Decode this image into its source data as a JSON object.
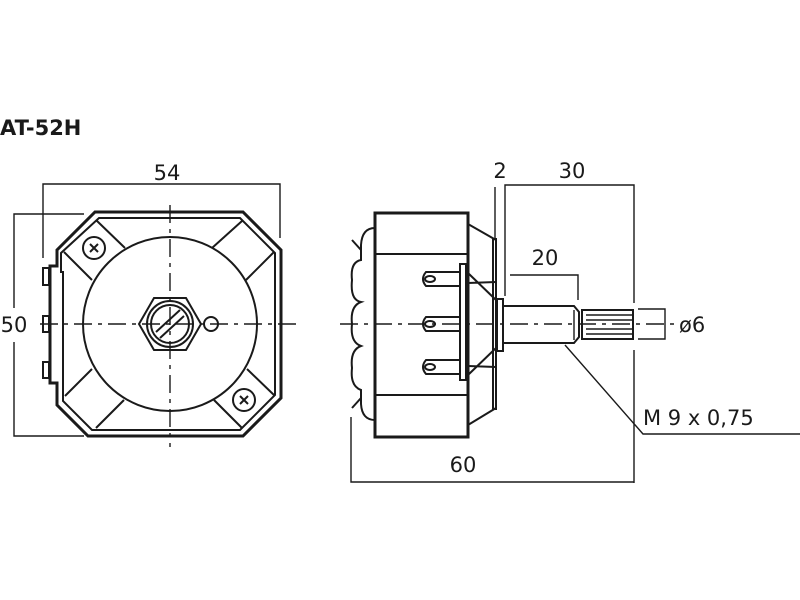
{
  "title": "AT-52H",
  "front_view": {
    "width_dim": "54",
    "height_dim": "50"
  },
  "side_view": {
    "flange_dim": "2",
    "shaft_length_dim": "30",
    "thread_length_dim": "20",
    "shaft_diameter_dim": "ø6",
    "thread_spec": "M 9 x 0,75",
    "total_length_dim": "60"
  },
  "colors": {
    "ink": "#1a1a1a",
    "background": "#ffffff"
  }
}
